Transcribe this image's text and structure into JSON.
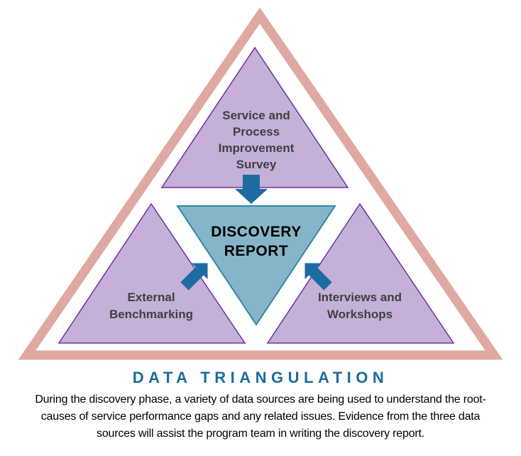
{
  "title": "DATA TRIANGULATION",
  "description": {
    "lines": [
      "During the discovery phase, a variety of data sources are being used to understand the root-",
      "causes of service performance gaps and any related issues. Evidence from the three data",
      "sources will assist the program team in writing the discovery report."
    ]
  },
  "triangles": {
    "top": {
      "label": "Service and\nProcess\nImprovement\nSurvey"
    },
    "left": {
      "label": "External\nBenchmarking"
    },
    "right": {
      "label": "Interviews and\nWorkshops"
    },
    "center": {
      "label": "DISCOVERY\nREPORT"
    }
  },
  "icons": {
    "top_arrow": "arrow-down",
    "left_arrow": "arrow-up-right",
    "right_arrow": "arrow-up-left"
  },
  "colors": {
    "outer_outline": "#dfa9a2",
    "triangle_fill": "#c5b0d8",
    "triangle_border": "#7030a0",
    "center_fill": "#86b5c9",
    "center_border": "#2e86ad",
    "arrow": "#1c6ca2",
    "title_text": "#1a6c9e",
    "label_text": "#3f3f3f",
    "body_text": "#000000"
  }
}
